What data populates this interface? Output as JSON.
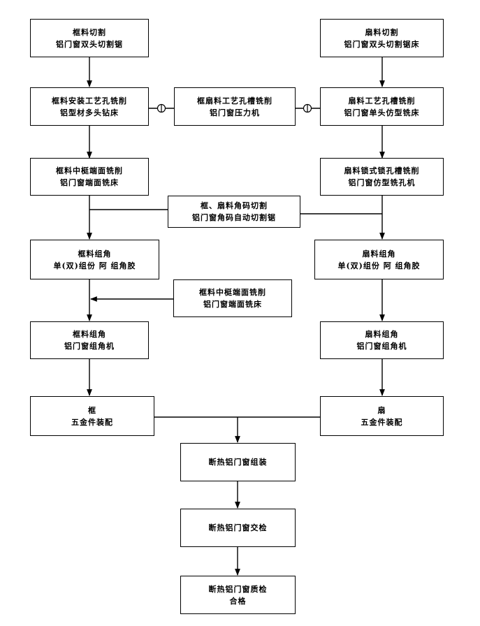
{
  "diagram": {
    "nodes": {
      "frame_cut": {
        "line1": "框料切割",
        "line2": "铝门窗双头切割锯"
      },
      "sash_cut": {
        "line1": "扇料切割",
        "line2": "铝门窗双头切割锯床"
      },
      "frame_drill": {
        "line1": "框料安装工艺孔铣削",
        "line2": "铝型材多头钻床"
      },
      "frame_sash_slot": {
        "line1": "框扇料工艺孔槽铣削",
        "line2": "铝门窗压力机"
      },
      "sash_slot": {
        "line1": "扇料工艺孔槽铣削",
        "line2": "铝门窗单头仿型铣床"
      },
      "frame_mullion": {
        "line1": "框料中梃端面铣削",
        "line2": "铝门窗端面铣床"
      },
      "sash_lock": {
        "line1": "扇料锁式锁孔槽铣削",
        "line2": "铝门窗仿型铣孔机"
      },
      "corner_cut": {
        "line1": "框、扇料角码切割",
        "line2": "铝门窗角码自动切割锯"
      },
      "frame_corner1": {
        "line1": "框料组角",
        "line2": "单(双)组份 阿 组角胶"
      },
      "sash_corner1": {
        "line1": "扇料组角",
        "line2": "单(双)组份 阿 组角胶"
      },
      "mullion_mill": {
        "line1": "框料中梃端面铣削",
        "line2": "铝门窗端面铣床"
      },
      "frame_corner2": {
        "line1": "框料组角",
        "line2": "铝门窗组角机"
      },
      "sash_corner2": {
        "line1": "扇料组角",
        "line2": "铝门窗组角机"
      },
      "frame_hw": {
        "line1": "框",
        "line2": "五金件装配"
      },
      "sash_hw": {
        "line1": "扇",
        "line2": "五金件装配"
      },
      "assembly": {
        "line1": "断热铝门窗组装"
      },
      "inspection": {
        "line1": "断热铝门窗交检"
      },
      "qualified": {
        "line1": "断热铝门窗质检",
        "line2": "合格"
      }
    }
  }
}
